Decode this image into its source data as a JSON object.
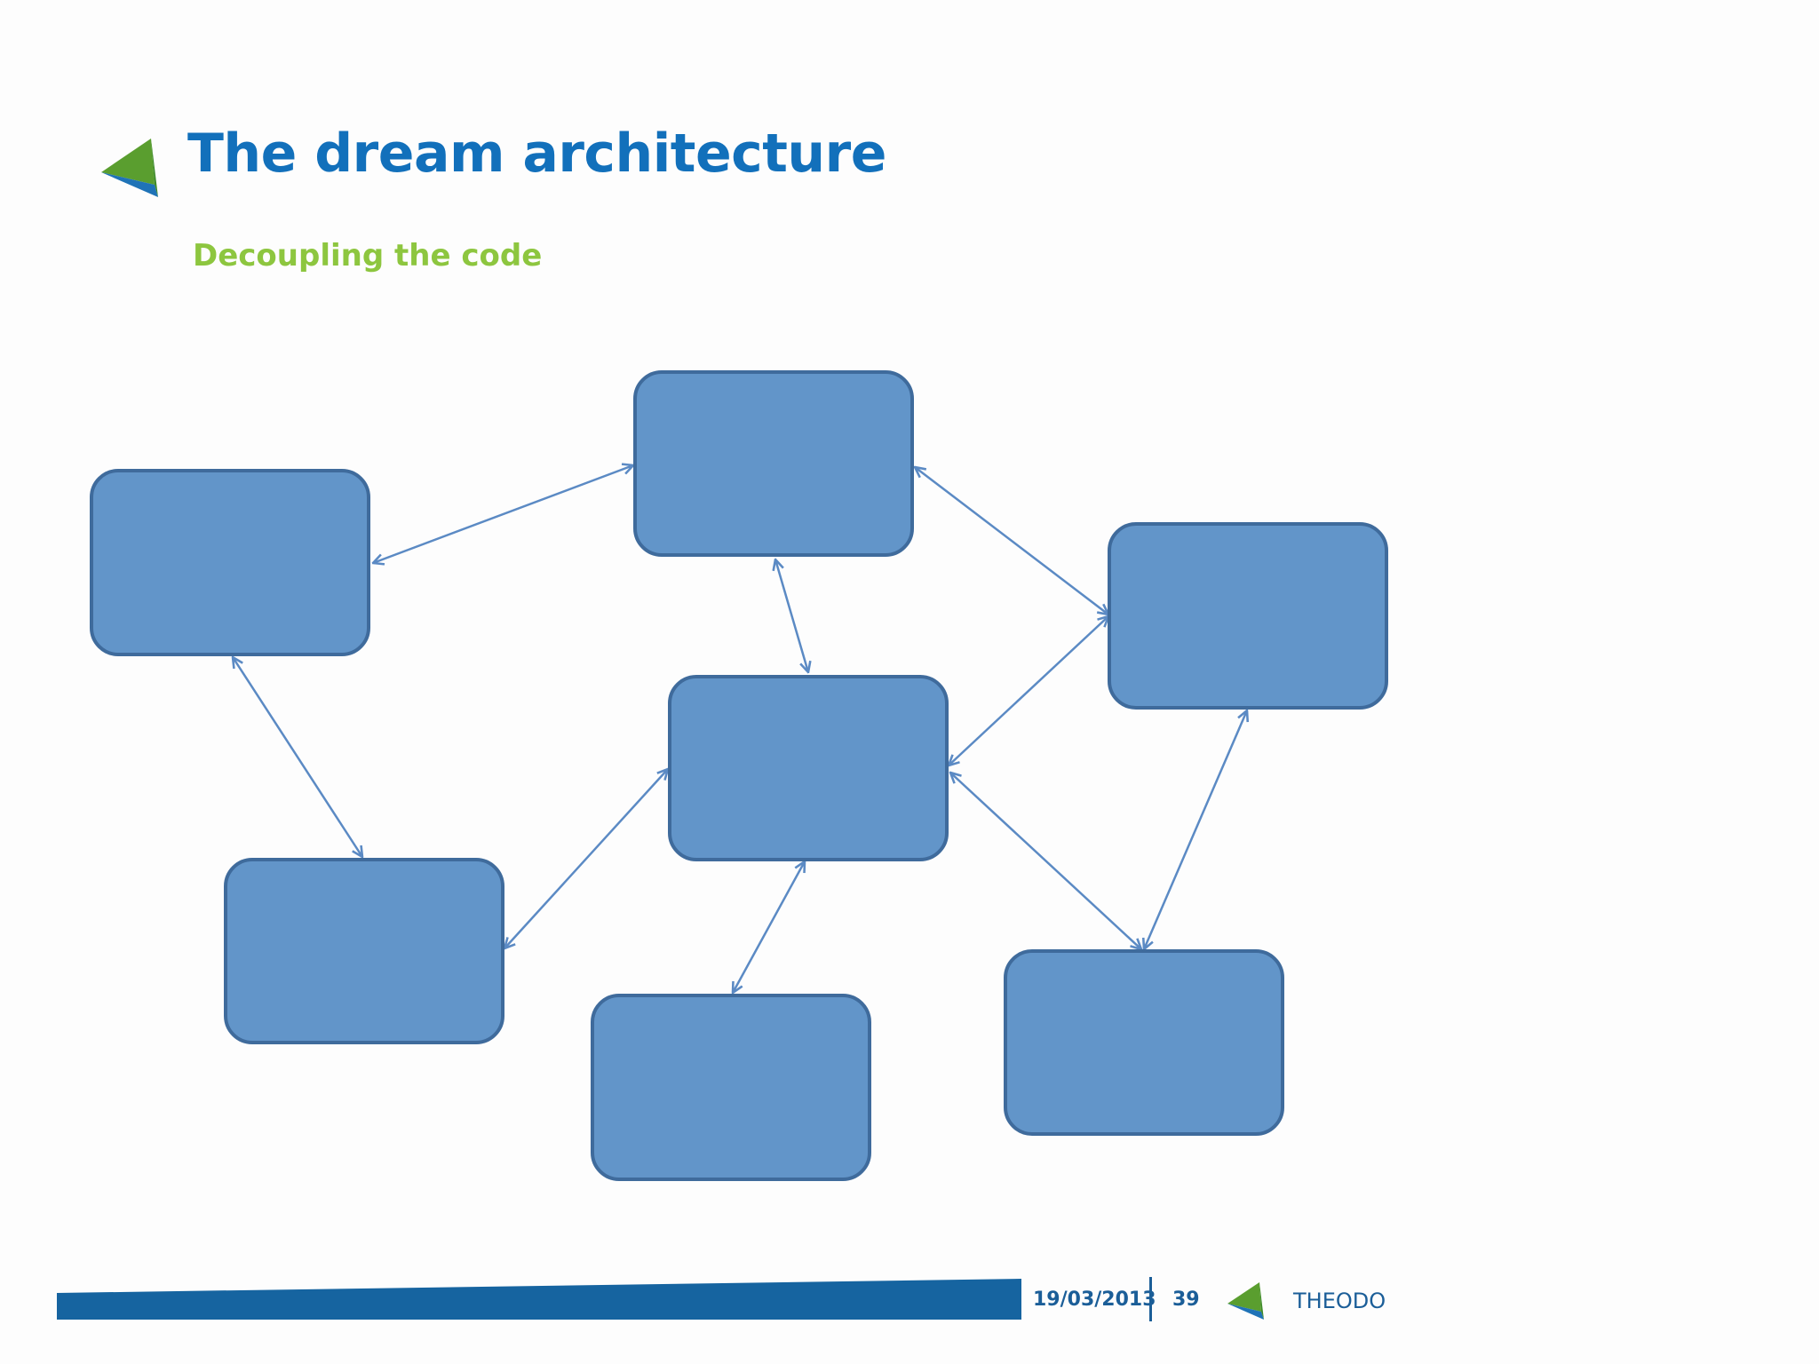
{
  "slide": {
    "title": "The dream architecture",
    "subtitle": "Decoupling the code"
  },
  "footer": {
    "date": "19/03/2013",
    "page": "39",
    "brand": "THEODO"
  },
  "colors": {
    "title": "#1270bb",
    "subtitle": "#8dc63f",
    "box_fill": "#6295c9",
    "box_stroke": "#3f6b9c",
    "arrow": "#5b8ac4",
    "footer_bar": "#1664a0",
    "logo_green": "#5a9e2f",
    "logo_blue": "#1f73b7"
  },
  "icons": {
    "title_logo": "theodo-triangle-logo-icon",
    "footer_logo": "theodo-triangle-logo-icon"
  },
  "diagram": {
    "type": "network",
    "nodes": [
      {
        "id": "box-top-center"
      },
      {
        "id": "box-left-top"
      },
      {
        "id": "box-right-top"
      },
      {
        "id": "box-center"
      },
      {
        "id": "box-left-bottom"
      },
      {
        "id": "box-bottom-center"
      },
      {
        "id": "box-right-bottom"
      }
    ],
    "edges": [
      {
        "from": "box-left-top",
        "to": "box-top-center",
        "direction": "both"
      },
      {
        "from": "box-top-center",
        "to": "box-right-top",
        "direction": "both"
      },
      {
        "from": "box-top-center",
        "to": "box-center",
        "direction": "both"
      },
      {
        "from": "box-left-top",
        "to": "box-left-bottom",
        "direction": "both"
      },
      {
        "from": "box-right-top",
        "to": "box-center",
        "direction": "both"
      },
      {
        "from": "box-center",
        "to": "box-left-bottom",
        "direction": "both"
      },
      {
        "from": "box-center",
        "to": "box-bottom-center",
        "direction": "both"
      },
      {
        "from": "box-center",
        "to": "box-right-bottom",
        "direction": "both"
      },
      {
        "from": "box-right-top",
        "to": "box-right-bottom",
        "direction": "both"
      }
    ]
  }
}
